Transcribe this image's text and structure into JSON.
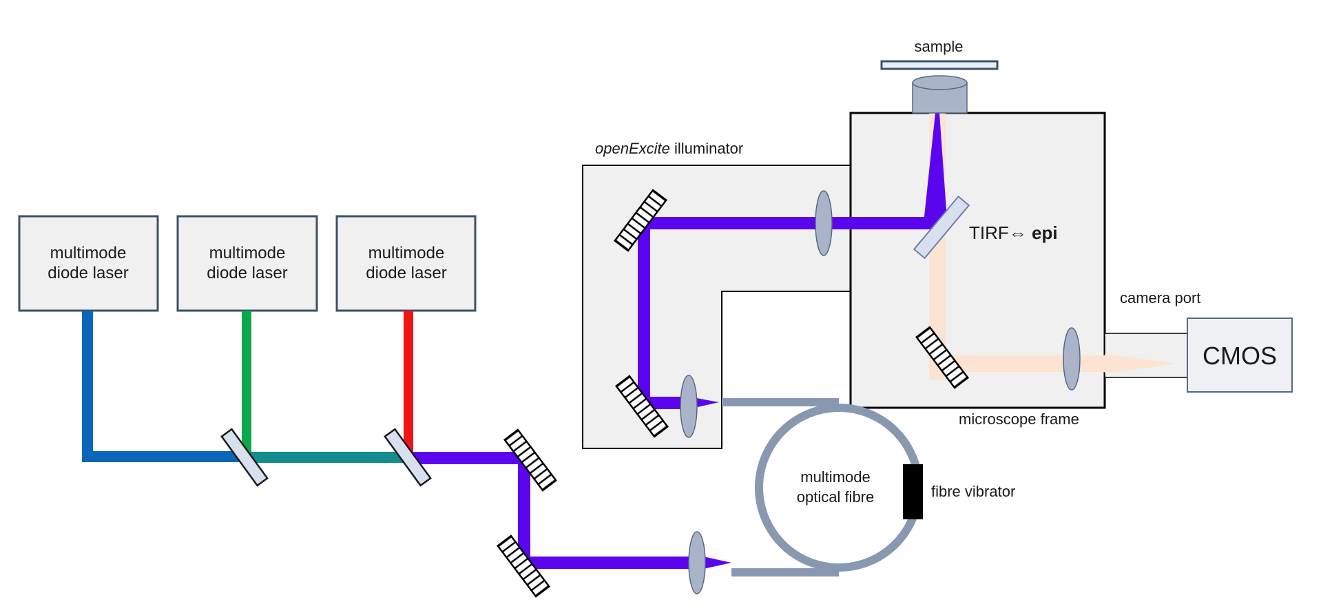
{
  "title": "openExcite multimode laser illumination setup",
  "colors": {
    "beam_blue": "#0a66b8",
    "beam_green": "#0aa84a",
    "beam_red": "#f01414",
    "beam_teal": "#138d8d",
    "beam_violet": "#5a05ee",
    "emission": "#fde3d2",
    "component_fill": "#a9b4c8",
    "component_stroke": "#556880",
    "fiber": "#8898b0",
    "box_fill": "#f0f0f0",
    "box_stroke_laser": "#3d5068",
    "dichroic_fill": "#d8e0ef",
    "vibrator": "#000000"
  },
  "lasers": [
    {
      "line1": "multimode",
      "line2": "diode laser",
      "beam_color": "blue"
    },
    {
      "line1": "multimode",
      "line2": "diode laser",
      "beam_color": "green"
    },
    {
      "line1": "multimode",
      "line2": "diode laser",
      "beam_color": "red"
    }
  ],
  "labels": {
    "illuminator_italic": "openExcite",
    "illuminator_rest": " illuminator",
    "sample": "sample",
    "tirf": "TIRF",
    "arrow": "⇔",
    "epi": " epi",
    "camera_port": "camera port",
    "cmos": "CMOS",
    "microscope_frame": "microscope frame",
    "fiber_line1": "multimode",
    "fiber_line2": "optical fibre",
    "fibre_vibrator": "fibre vibrator"
  }
}
